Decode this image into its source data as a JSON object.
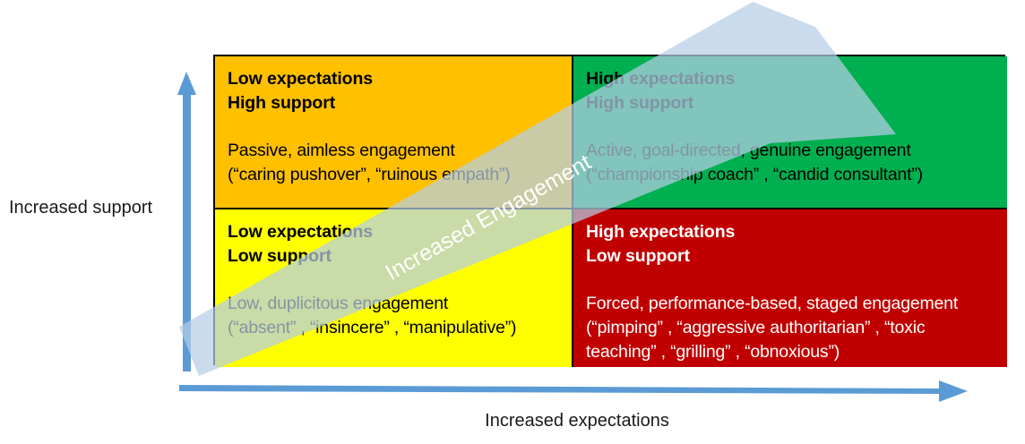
{
  "axes": {
    "y_label": "Increased support",
    "x_label": "Increased expectations",
    "y_arrow_icon": "up-arrow-icon",
    "x_arrow_icon": "right-arrow-icon"
  },
  "diagonal": {
    "label": "Increased Engagement",
    "icon": "diagonal-arrow-icon",
    "color": "#BFD3E8",
    "rotation_deg": -29.5
  },
  "colors": {
    "low_exp_high_sup": "#FFC000",
    "high_exp_high_sup": "#00B050",
    "low_exp_low_sup": "#FFFF00",
    "high_exp_low_sup": "#C00000",
    "axis_arrow": "#5B9BD5",
    "border": "#000000"
  },
  "quadrants": [
    {
      "id": "low-expectations-high-support",
      "heading_line1": "Low expectations",
      "heading_line2": "High support",
      "body_line1": "Passive, aimless engagement",
      "body_line2": "(“caring pushover”, “ruinous empath”)"
    },
    {
      "id": "high-expectations-high-support",
      "heading_line1": "High expectations",
      "heading_line2": "High support",
      "body_line1": "Active, goal-directed, genuine engagement",
      "body_line2": "(“championship coach” , “candid consultant”)"
    },
    {
      "id": "low-expectations-low-support",
      "heading_line1": "Low expectations",
      "heading_line2": "Low support",
      "body_line1": "Low, duplicitous engagement",
      "body_line2": "(“absent” , “insincere” , “manipulative”)"
    },
    {
      "id": "high-expectations-low-support",
      "heading_line1": "High expectations",
      "heading_line2": "Low support",
      "body_line1": "Forced, performance-based, staged engagement",
      "body_line2": "(“pimping” , “aggressive authoritarian” , “toxic",
      "body_line3": "teaching” , “grilling” , “obnoxious”)"
    }
  ]
}
